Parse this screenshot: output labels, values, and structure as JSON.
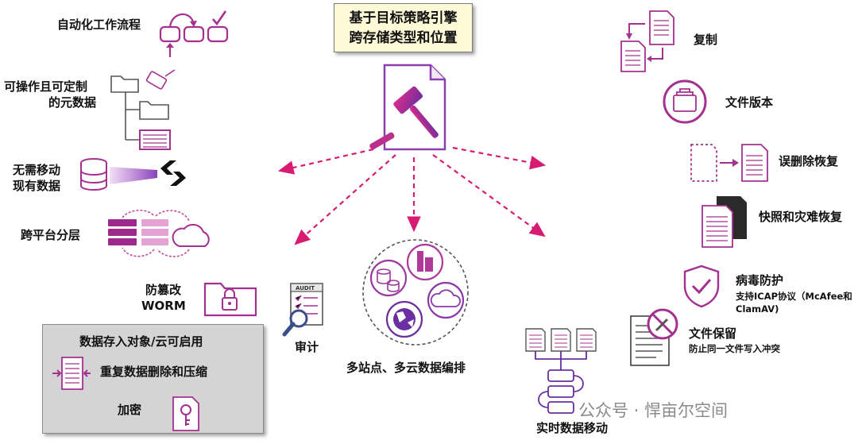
{
  "title": {
    "line1": "基于目标策略引擎",
    "line2": "跨存储类型和位置"
  },
  "left": {
    "workflow": "自动化工作流程",
    "metadata_line1": "可操作且可定制",
    "metadata_line2": "的元数据",
    "inplace_line1": "无需移动",
    "inplace_line2": "现有数据",
    "tiering": "跨平台分层",
    "worm_line1": "防篡改",
    "worm_line2": "WORM"
  },
  "gray_box": {
    "title": "数据存入对象/云可启用",
    "dedupe": "重复数据删除和压缩",
    "encrypt": "加密"
  },
  "center": {
    "audit_tag": "AUDIT",
    "audit": "审计",
    "multisite": "多站点、多云数据编排",
    "realtime": "实时数据移动"
  },
  "right": {
    "replicate": "复制",
    "versioning": "文件版本",
    "undelete": "误删除恢复",
    "snapshot": "快照和灾难恢复",
    "antivirus": "病毒防护",
    "antivirus_sub1": "支持ICAP协议（McAfee和",
    "antivirus_sub2": "ClamAV)",
    "retention": "文件保留",
    "retention_sub": "防止同一文件写入冲突"
  },
  "watermark": "公众号 · 悍亩尔空间",
  "colors": {
    "magenta": "#d0258f",
    "purple": "#6a2fa0",
    "arrow": "#d81b72",
    "title_bg": "#fefad8",
    "gray_box": "#d4d4d4"
  }
}
